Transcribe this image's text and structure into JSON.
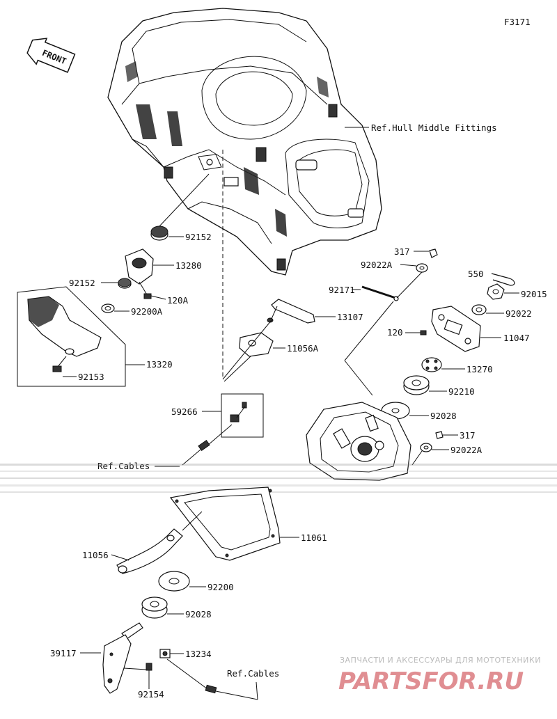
{
  "figure_code": "F3171",
  "front_label": "FRONT",
  "refs": {
    "hull": "Ref.Hull Middle Fittings",
    "cables_upper": "Ref.Cables",
    "cables_lower": "Ref.Cables"
  },
  "parts": {
    "p92152a": "92152",
    "p13280": "13280",
    "p92152b": "92152",
    "p120a": "120A",
    "p92200a": "92200A",
    "p13320": "13320",
    "p92153": "92153",
    "p13107": "13107",
    "p11056a": "11056A",
    "p59266": "59266",
    "p317a": "317",
    "p92022a_top": "92022A",
    "p92171": "92171",
    "p550": "550",
    "p92015": "92015",
    "p92022": "92022",
    "p120": "120",
    "p11047": "11047",
    "p13270": "13270",
    "p92210": "92210",
    "p92028a": "92028",
    "p317b": "317",
    "p92022a_bot": "92022A",
    "p11061": "11061",
    "p11056": "11056",
    "p92200": "92200",
    "p92028b": "92028",
    "p39117": "39117",
    "p13234": "13234",
    "p92154": "92154"
  },
  "watermark": {
    "tagline": "ЗАПЧАСТИ И АКСЕССУАРЫ ДЛЯ МОТОТЕХНИКИ",
    "brand": "PARTSFOR.RU"
  }
}
